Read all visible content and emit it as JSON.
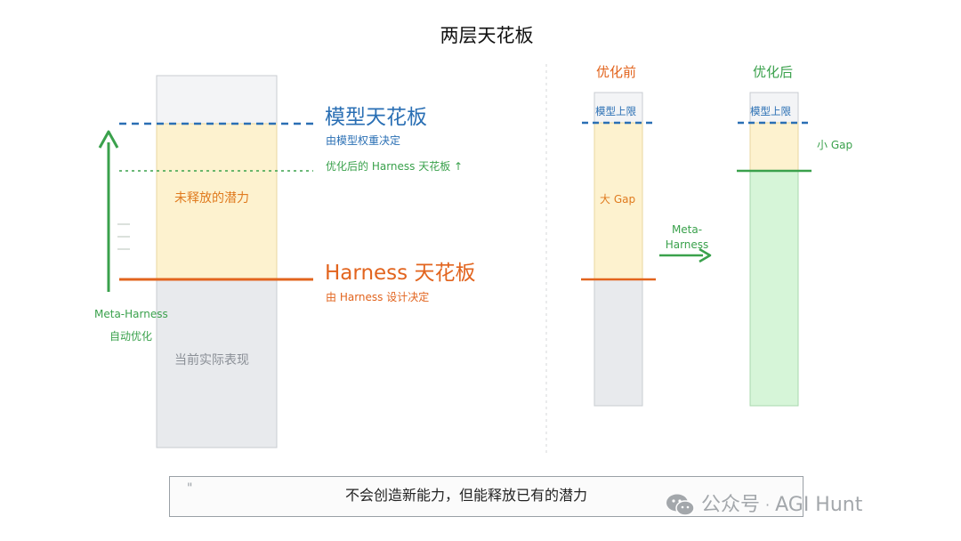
{
  "title": "两层天花板",
  "left": {
    "model_ceiling": "模型天花板",
    "model_ceiling_sub": "由模型权重决定",
    "optimized_harness_ceiling": "优化后的 Harness 天花板 ↑",
    "harness_ceiling": "Harness 天花板",
    "harness_ceiling_sub": "由 Harness 设计决定",
    "untapped_potential": "未释放的潜力",
    "current_performance": "当前实际表现",
    "arrow_label_line1": "Meta-Harness",
    "arrow_label_line2": "自动优化"
  },
  "right": {
    "before_title": "优化前",
    "after_title": "优化后",
    "before_cap_label": "模型上限",
    "after_cap_label": "模型上限",
    "big_gap": "大 Gap",
    "small_gap": "小 Gap",
    "transition_label": "Meta-Harness"
  },
  "quote": {
    "mark": "\"",
    "text": "不会创造新能力，但能释放已有的潜力"
  },
  "watermark": {
    "platform": "公众号",
    "separator": "·",
    "account": "AGI Hunt"
  },
  "colors": {
    "blue": "#2a6fb4",
    "orange": "#e2641e",
    "green": "#3aa14c",
    "potential_fill": "#fdf2cf",
    "current_fill": "#e8eaed",
    "optimized_fill": "#d6f5d8"
  }
}
